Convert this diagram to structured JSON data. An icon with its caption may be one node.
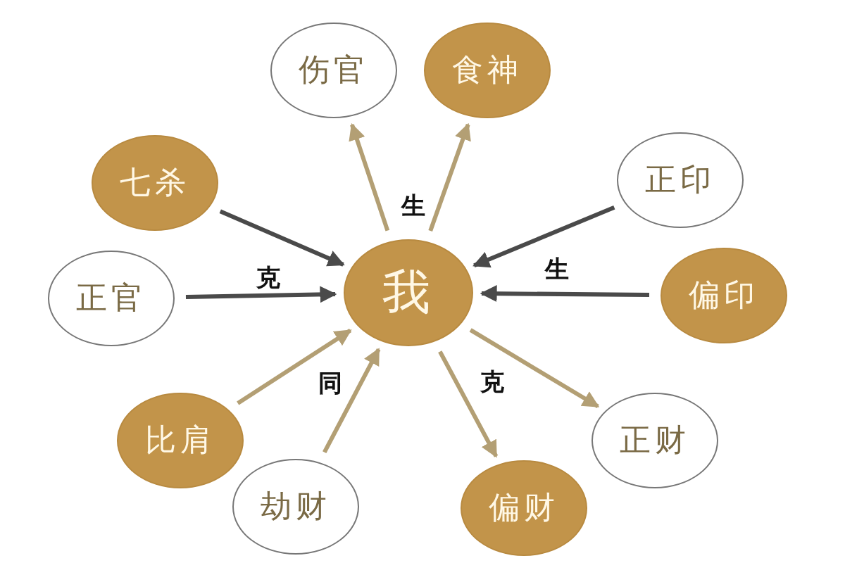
{
  "diagram": {
    "nodes": [
      {
        "text": [
          "我"
        ]
      },
      {
        "text": [
          "伤官"
        ]
      },
      {
        "text": [
          "食神"
        ]
      },
      {
        "text": [
          "七杀"
        ]
      },
      {
        "text": [
          "正印"
        ]
      },
      {
        "text": [
          "正官"
        ]
      },
      {
        "text": [
          "偏印"
        ]
      },
      {
        "text": [
          "比肩"
        ]
      },
      {
        "text": [
          "正财"
        ]
      },
      {
        "text": [
          "劫财"
        ]
      },
      {
        "text": [
          "偏财"
        ]
      }
    ],
    "edges": [
      {
        "from": 0,
        "to": 1,
        "arrow": "to"
      },
      {
        "from": 0,
        "to": 2,
        "arrow": "to"
      },
      {
        "from": 3,
        "to": 0,
        "arrow": "to",
        "color": "#4a4a4a"
      },
      {
        "from": 5,
        "to": 0,
        "arrow": "to",
        "color": "#4a4a4a"
      },
      {
        "from": 4,
        "to": 0,
        "arrow": "to",
        "color": "#4a4a4a"
      },
      {
        "from": 6,
        "to": 0,
        "arrow": "to",
        "color": "#4a4a4a"
      },
      {
        "from": 7,
        "to": 0,
        "arrow": "to"
      },
      {
        "from": 9,
        "to": 0,
        "arrow": "to"
      },
      {
        "from": 0,
        "to": 8,
        "arrow": "to"
      },
      {
        "from": 0,
        "to": 10,
        "arrow": "to"
      }
    ],
    "labels": [
      "生",
      "克",
      "生",
      "同",
      "克"
    ]
  }
}
